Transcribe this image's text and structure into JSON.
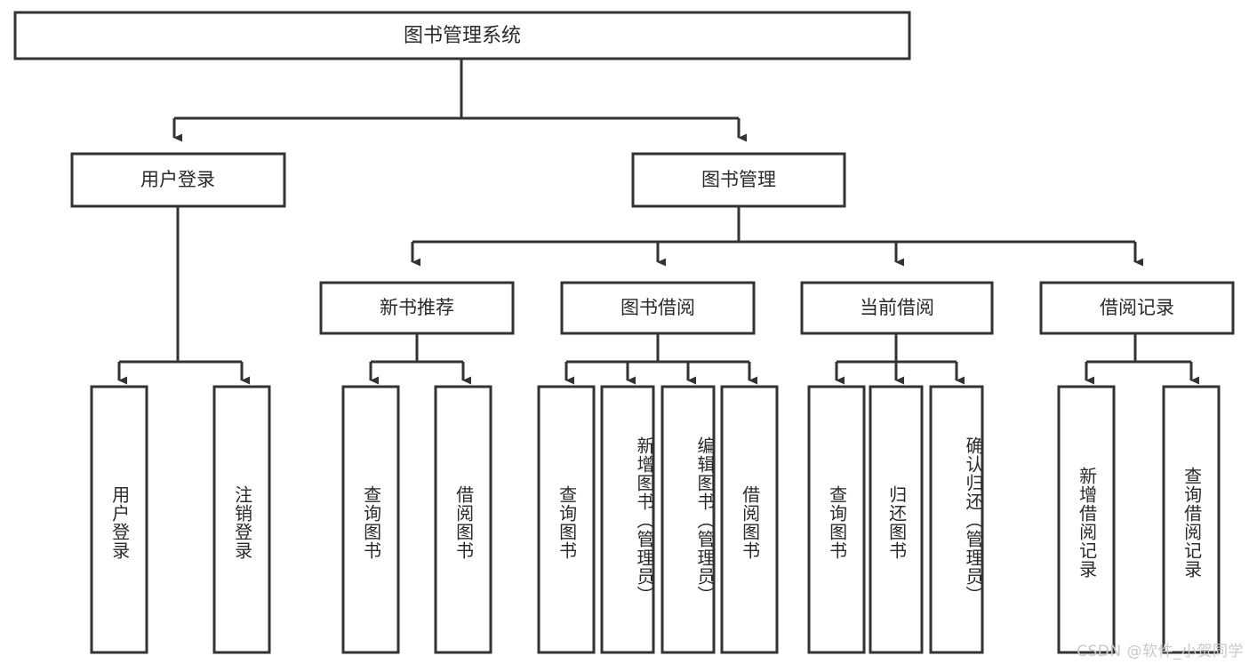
{
  "diagram": {
    "type": "tree-hierarchy-chart",
    "title_node": {
      "label": "图书管理系统"
    },
    "level2": [
      {
        "id": "user-login",
        "label": "用户登录"
      },
      {
        "id": "book-management",
        "label": "图书管理"
      }
    ],
    "level3": [
      {
        "id": "new-book-recommend",
        "label": "新书推荐",
        "parent": "book-management"
      },
      {
        "id": "book-borrow",
        "label": "图书借阅",
        "parent": "book-management"
      },
      {
        "id": "current-borrow",
        "label": "当前借阅",
        "parent": "book-management"
      },
      {
        "id": "borrow-record",
        "label": "借阅记录",
        "parent": "book-management"
      }
    ],
    "leaves": [
      {
        "id": "leaf-user-login",
        "label": "用户登录",
        "parent": "user-login"
      },
      {
        "id": "leaf-logout-login",
        "label": "注销登录",
        "parent": "user-login"
      },
      {
        "id": "leaf-query-book-1",
        "label": "查询图书",
        "parent": "new-book-recommend"
      },
      {
        "id": "leaf-borrow-book-1",
        "label": "借阅图书",
        "parent": "new-book-recommend"
      },
      {
        "id": "leaf-query-book-2",
        "label": "查询图书",
        "parent": "book-borrow"
      },
      {
        "id": "leaf-add-book",
        "label": "新增图书（管理员）",
        "parent": "book-borrow"
      },
      {
        "id": "leaf-edit-book",
        "label": "编辑图书（管理员）",
        "parent": "book-borrow"
      },
      {
        "id": "leaf-borrow-book-2",
        "label": "借阅图书",
        "parent": "book-borrow"
      },
      {
        "id": "leaf-query-book-3",
        "label": "查询图书",
        "parent": "current-borrow"
      },
      {
        "id": "leaf-return-book",
        "label": "归还图书",
        "parent": "current-borrow"
      },
      {
        "id": "leaf-confirm-return",
        "label": "确认归还（管理员）",
        "parent": "current-borrow"
      },
      {
        "id": "leaf-add-record",
        "label": "新增借阅记录",
        "parent": "borrow-record"
      },
      {
        "id": "leaf-query-record",
        "label": "查询借阅记录",
        "parent": "borrow-record"
      }
    ],
    "watermark": "CSDN @软件_小贺同学",
    "colors": {
      "stroke": "#333333",
      "fill": "#ffffff",
      "text": "#2a2a2a",
      "watermark": "#c9c9c9"
    }
  }
}
